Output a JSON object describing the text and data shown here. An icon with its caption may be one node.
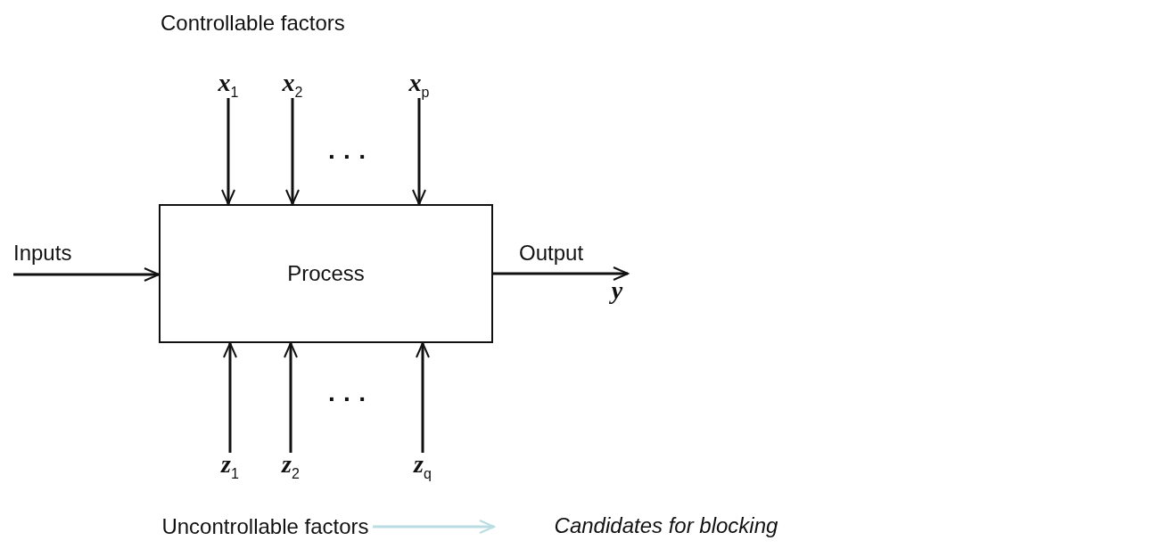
{
  "diagram": {
    "nodes": [
      {
        "text": [
          "Process"
        ]
      },
      {
        "text": [
          "*x*$_{1}$"
        ]
      },
      {
        "text": [
          "*x*$_{2}$"
        ]
      },
      {
        "text": [
          "*x*$_{p}$"
        ]
      },
      {
        "text": [
          "*z*$_{1}$"
        ]
      },
      {
        "text": [
          "*z*$_{2}$"
        ]
      },
      {
        "text": [
          "*z*$_{q}$"
        ]
      },
      {
        "text": [
          "Uncontrollable factors"
        ]
      },
      {
        "text": [
          "Candidates for blocking"
        ]
      },
      {
        "text": [
          "y"
        ]
      }
    ],
    "edges": [
      {
        "from": null,
        "to": 0,
        "arrow": "to",
        "label": "Inputs"
      },
      {
        "from": 0,
        "to": 9,
        "arrow": "to",
        "label": "Output"
      },
      {
        "from": 1,
        "to": 0,
        "arrow": "to"
      },
      {
        "from": 2,
        "to": 0,
        "arrow": "to"
      },
      {
        "from": 3,
        "to": 0,
        "arrow": "to"
      },
      {
        "from": 4,
        "to": 0,
        "arrow": "to"
      },
      {
        "from": 5,
        "to": 0,
        "arrow": "to"
      },
      {
        "from": 6,
        "to": 0,
        "arrow": "to"
      },
      {
        "from": 7,
        "to": 8,
        "arrow": "to",
        "color": "#b9dde3"
      }
    ],
    "labels": [
      "Controllable factors",
      "· · ·",
      "· · ·"
    ]
  }
}
